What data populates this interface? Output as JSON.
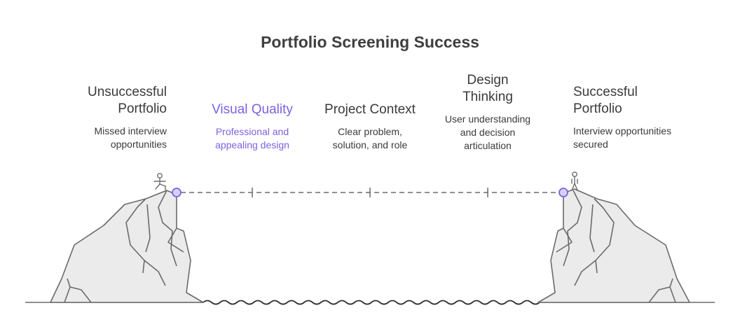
{
  "title": "Portfolio Screening Success",
  "stages": [
    {
      "head": "Unsuccessful Portfolio",
      "desc": "Missed interview opportunities"
    },
    {
      "head": "Visual Quality",
      "desc": "Professional and appealing design"
    },
    {
      "head": "Project Context",
      "desc": "Clear problem, solution, and role"
    },
    {
      "head": "Design Thinking",
      "desc": "User understanding and decision articulation"
    },
    {
      "head": "Successful Portfolio",
      "desc": "Interview opportunities secured"
    }
  ],
  "colors": {
    "accent": "#7b62e0",
    "rock": "#ebebeb",
    "line": "#6b6b6b",
    "text": "#3a3a3a"
  }
}
